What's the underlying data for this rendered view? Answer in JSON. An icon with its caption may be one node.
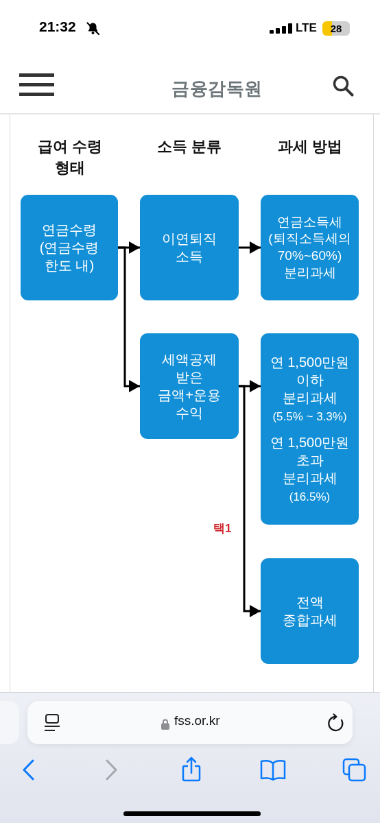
{
  "diagram": {
    "nodes": [
      {
        "text": [
          "연금수령 (연금수령 한도 내)"
        ]
      },
      {
        "text": [
          "이연퇴직 소득"
        ]
      },
      {
        "text": [
          "연금소득세 (퇴직소득세의 70%~60%) 분리과세"
        ]
      },
      {
        "text": [
          "세액공제 받은 금액+운용 수익"
        ]
      },
      {
        "text": [
          "연 1,500만원 이하 분리과세 (5.5% ~ 3.3%)",
          "연 1,500만원 초과 분리과세 (16.5%)"
        ]
      },
      {
        "text": [
          "전액 종합과세"
        ]
      }
    ],
    "edges": [
      {
        "from": 0,
        "to": 1,
        "arrow": "to"
      },
      {
        "from": 0,
        "to": 3,
        "arrow": "to"
      },
      {
        "from": 1,
        "to": 2,
        "arrow": "to"
      },
      {
        "from": 3,
        "to": 4,
        "arrow": "to"
      },
      {
        "from": 3,
        "to": 5,
        "arrow": "to"
      }
    ],
    "labels": [
      "21:32",
      "LTE",
      "28",
      "금융감독원",
      "급여 수령 형태",
      "소득 분류",
      "과세 방법",
      "택1",
      "fss.or.kr"
    ]
  }
}
